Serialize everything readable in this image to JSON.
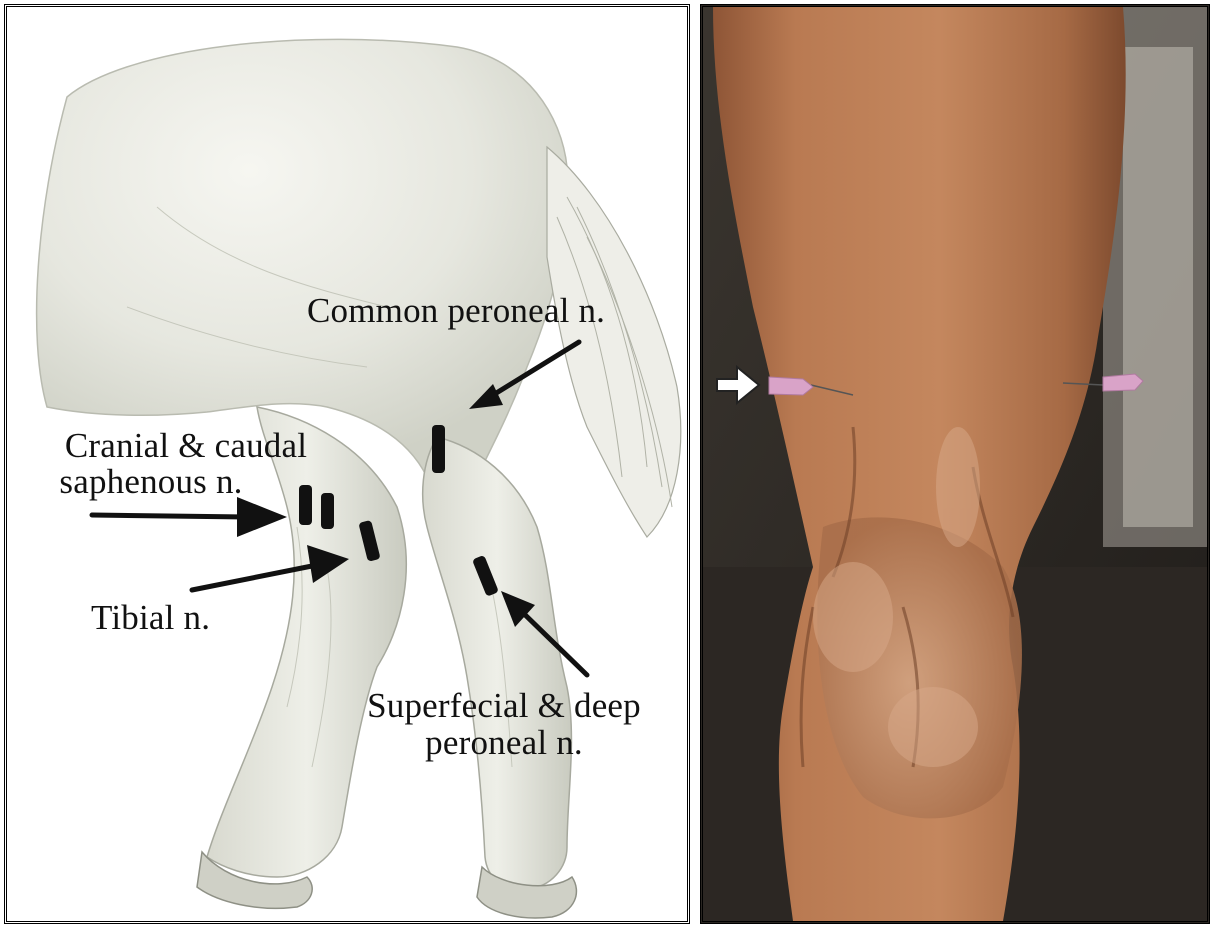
{
  "diagram": {
    "labels": {
      "common_peroneal": "Common peroneal n.",
      "saphenous_line1": "Cranial & caudal",
      "saphenous_line2": "saphenous n.",
      "tibial": "Tibial n.",
      "superficial_line1": "Superfecial & deep",
      "superficial_line2": "peroneal n."
    },
    "colors": {
      "ink": "#111111",
      "horse_sketch": "#e8e9e2",
      "photo_skin": "#b9764e",
      "needle_hub": "#d9a3c8"
    }
  },
  "photo": {
    "marker_icon": "white-arrow-right-icon"
  }
}
